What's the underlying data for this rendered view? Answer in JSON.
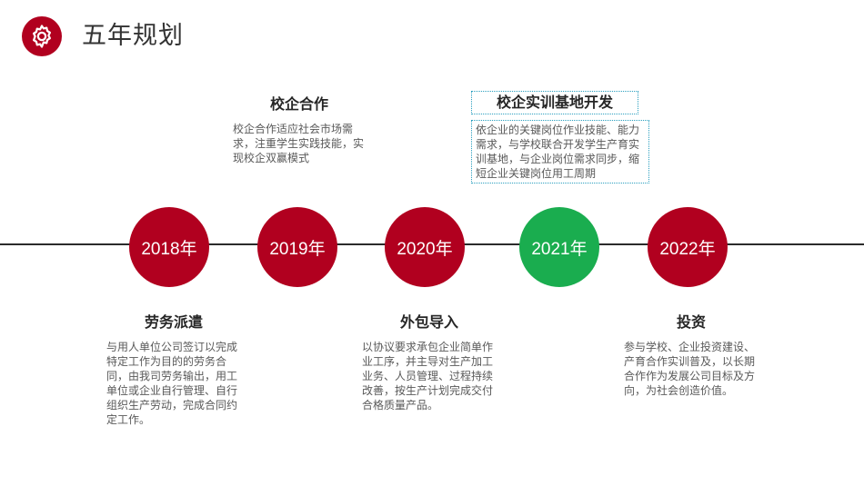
{
  "header": {
    "title": "五年规划",
    "icon": "gear-icon",
    "accent": "#b1001f"
  },
  "timeline": {
    "years": [
      {
        "label": "2018年",
        "color": "#b1001f"
      },
      {
        "label": "2019年",
        "color": "#b1001f"
      },
      {
        "label": "2020年",
        "color": "#b1001f"
      },
      {
        "label": "2021年",
        "color": "#1aad4f"
      },
      {
        "label": "2022年",
        "color": "#b1001f"
      }
    ]
  },
  "milestones": {
    "laowu": {
      "title": "劳务派遣",
      "text": "与用人单位公司签订以完成特定工作为目的的劳务合同，由我司劳务输出，用工单位或企业自行管理、自行组织生产劳动，完成合同约定工作。"
    },
    "xiaoqi": {
      "title": "校企合作",
      "text": "校企合作适应社会市场需求，注重学生实践技能，实现校企双赢模式"
    },
    "waibao": {
      "title": "外包导入",
      "text": "以协议要求承包企业简单作业工序，并主导对生产加工业务、人员管理、过程持续改善，按生产计划完成交付合格质量产品。"
    },
    "jidi": {
      "title": "校企实训基地开发",
      "text": "依企业的关键岗位作业技能、能力需求，与学校联合开发学生产育实训基地，与企业岗位需求同步，缩短企业关键岗位用工周期"
    },
    "touzi": {
      "title": "投资",
      "text": "参与学校、企业投资建设、产育合作实训普及，以长期合作作为发展公司目标及方向，为社会创造价值。"
    }
  }
}
